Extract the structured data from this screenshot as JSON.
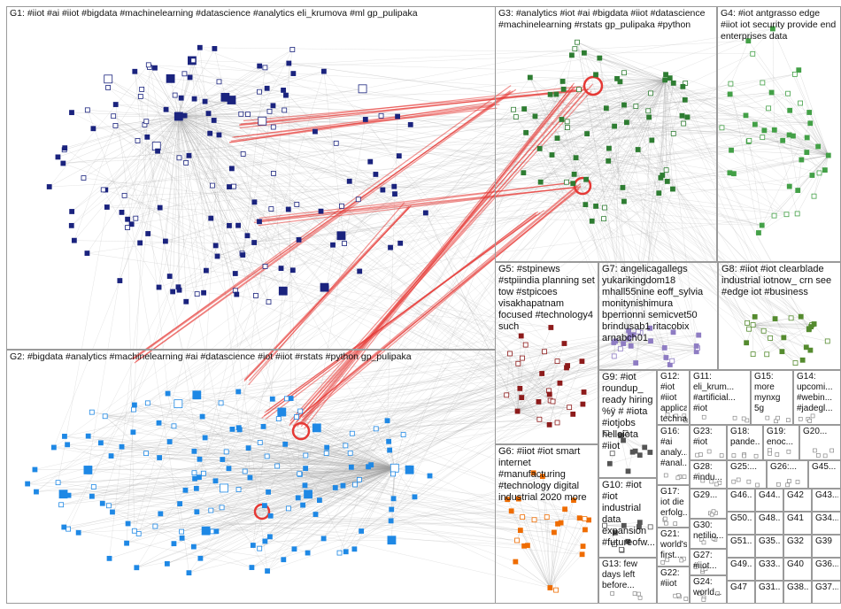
{
  "groups": [
    {
      "id": "G1",
      "label": "G1: #iiot #ai #iiot #bigdata #machinelearning #datascience #analytics eli_krumova #ml gp_pulipaka"
    },
    {
      "id": "G2",
      "label": "G2: #bigdata #analytics #machinelearning #ai #datascience #iot #iiot #rstats #python gp_pulipaka"
    },
    {
      "id": "G3",
      "label": "G3: #analytics #iot #ai #bigdata #iiot #datascience #machinelearning #rstats gp_pulipaka #python"
    },
    {
      "id": "G4",
      "label": "G4: #iot antgrasso edge #iiot iot security provide end enterprises data"
    },
    {
      "id": "G5",
      "label": "G5: #stpinews #stpiindia planning set tow #stpicoes visakhapatnam focused #technology4 such"
    },
    {
      "id": "G6",
      "label": "G6: #iiot #iot smart internet #manufacturing #technology digital industrial 2020 more"
    },
    {
      "id": "G7",
      "label": "G7: angelicagallegs yukarikingdom18 mhall55nine eoff_sylvia monitynishimura bperrionni semicvet50 brindusab1 ritacobix arnabch01"
    },
    {
      "id": "G8",
      "label": "G8: #iiot #iot clearblade industrial iotnow_ crn see #edge iot #business"
    },
    {
      "id": "G9",
      "label": "G9: #iot roundup_ ready hiring %ÿ # #iota #iotjobs helloiota #iiot"
    },
    {
      "id": "G10",
      "label": "G10: #iot #iot industrial data expansion #futureofw..."
    },
    {
      "id": "G11",
      "label": "G11: eli_krum... #artificial... #iot"
    },
    {
      "id": "G12",
      "label": "G12: #iot #iiot applicati... technati..."
    },
    {
      "id": "G13",
      "label": "G13: few days left before..."
    },
    {
      "id": "G14",
      "label": "G14: upcomi... #webin... #jadegl..."
    },
    {
      "id": "G15",
      "label": "G15: more mynxg 5g"
    },
    {
      "id": "G16",
      "label": "G16: #ai analy... #anal..."
    },
    {
      "id": "G17",
      "label": "G17: iot die erfolg..."
    },
    {
      "id": "G18",
      "label": "G18: pande..."
    },
    {
      "id": "G19",
      "label": "G19: enoc..."
    },
    {
      "id": "G20",
      "label": "G20..."
    },
    {
      "id": "G21",
      "label": "G21: world's first..."
    },
    {
      "id": "G22",
      "label": "G22: #iiot"
    },
    {
      "id": "G23",
      "label": "G23: #iot"
    },
    {
      "id": "G24",
      "label": "G24: world..."
    },
    {
      "id": "G25",
      "label": "G25:..."
    },
    {
      "id": "G26",
      "label": "G26:..."
    },
    {
      "id": "G27",
      "label": "G27: #iiot..."
    },
    {
      "id": "G28",
      "label": "G28: #indu..."
    },
    {
      "id": "G29",
      "label": "G29..."
    },
    {
      "id": "G30",
      "label": "G30: netilio..."
    },
    {
      "id": "G31",
      "label": "G31..."
    },
    {
      "id": "G32",
      "label": "G32"
    },
    {
      "id": "G33",
      "label": "G33..."
    },
    {
      "id": "G34",
      "label": "G34..."
    },
    {
      "id": "G35",
      "label": "G35..."
    },
    {
      "id": "G36",
      "label": "G36..."
    },
    {
      "id": "G37",
      "label": "G37..."
    },
    {
      "id": "G38",
      "label": "G38..."
    },
    {
      "id": "G39",
      "label": "G39"
    },
    {
      "id": "G40",
      "label": "G40"
    },
    {
      "id": "G41",
      "label": "G41"
    },
    {
      "id": "G42",
      "label": "G42"
    },
    {
      "id": "G43",
      "label": "G43..."
    },
    {
      "id": "G44",
      "label": "G44..."
    },
    {
      "id": "G45",
      "label": "G45..."
    },
    {
      "id": "G46",
      "label": "G46..."
    },
    {
      "id": "G47",
      "label": "G47"
    },
    {
      "id": "G48",
      "label": "G48..."
    },
    {
      "id": "G49",
      "label": "G49..."
    },
    {
      "id": "G50",
      "label": "G50..."
    },
    {
      "id": "G51",
      "label": "G51..."
    }
  ],
  "colors": {
    "border": "#9a9a9a",
    "edge": "#9e9e9e",
    "highlight_edge": "#e53935",
    "G1": "#1a237e",
    "G2": "#1e88e5",
    "G3": "#2e7d32",
    "G4": "#43a047",
    "G5": "#8d1b1b",
    "G6": "#ef6c00",
    "G7": "#8e7cc3",
    "G8": "#558b2f"
  }
}
